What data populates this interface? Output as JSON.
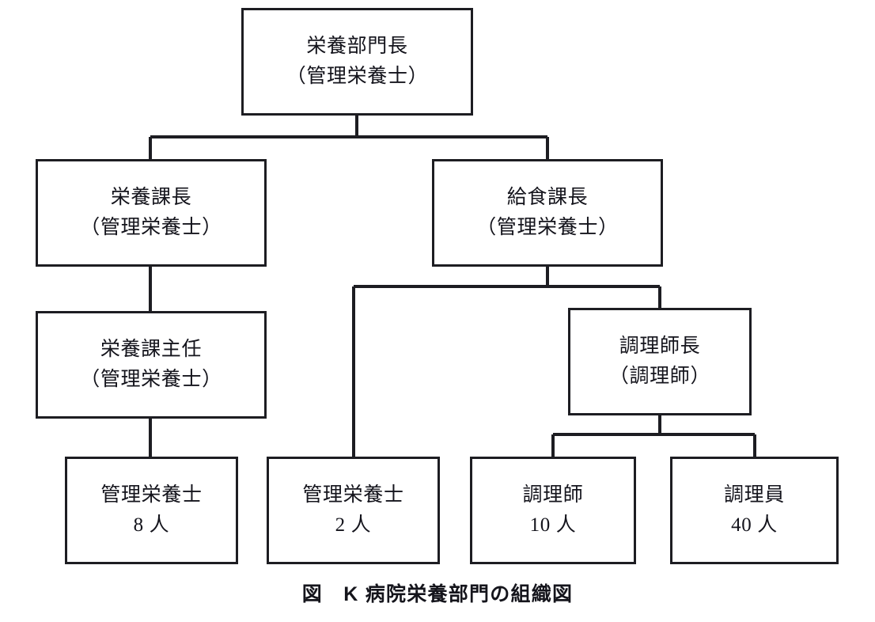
{
  "figure": {
    "caption": "図　K 病院栄養部門の組織図",
    "line_color": "#1d1d22",
    "box_border_color": "#1d1d22",
    "background_color": "#ffffff",
    "text_color": "#14141c"
  },
  "chart_data": {
    "type": "diagram",
    "subtype": "organization-chart",
    "title": "図　K 病院栄養部門の組織図",
    "nodes": [
      {
        "id": "director",
        "line1": "栄養部門長",
        "line2": "（管理栄養士）",
        "level": 1
      },
      {
        "id": "nutrition-chief",
        "line1": "栄養課長",
        "line2": "（管理栄養士）",
        "level": 2
      },
      {
        "id": "meal-chief",
        "line1": "給食課長",
        "line2": "（管理栄養士）",
        "level": 2
      },
      {
        "id": "nutrition-lead",
        "line1": "栄養課主任",
        "line2": "（管理栄養士）",
        "level": 3
      },
      {
        "id": "chef-lead",
        "line1": "調理師長",
        "line2": "（調理師）",
        "level": 3
      },
      {
        "id": "rd-8",
        "line1": "管理栄養士",
        "line2": "8 人",
        "level": 4,
        "count": 8
      },
      {
        "id": "rd-2",
        "line1": "管理栄養士",
        "line2": "2 人",
        "level": 4,
        "count": 2
      },
      {
        "id": "chef-10",
        "line1": "調理師",
        "line2": "10 人",
        "level": 4,
        "count": 10
      },
      {
        "id": "cook-40",
        "line1": "調理員",
        "line2": "40 人",
        "level": 4,
        "count": 40
      }
    ],
    "edges": [
      {
        "from": "director",
        "to": "nutrition-chief"
      },
      {
        "from": "director",
        "to": "meal-chief"
      },
      {
        "from": "nutrition-chief",
        "to": "nutrition-lead"
      },
      {
        "from": "nutrition-lead",
        "to": "rd-8"
      },
      {
        "from": "meal-chief",
        "to": "rd-2"
      },
      {
        "from": "meal-chief",
        "to": "chef-lead"
      },
      {
        "from": "chef-lead",
        "to": "chef-10"
      },
      {
        "from": "chef-lead",
        "to": "cook-40"
      }
    ]
  }
}
